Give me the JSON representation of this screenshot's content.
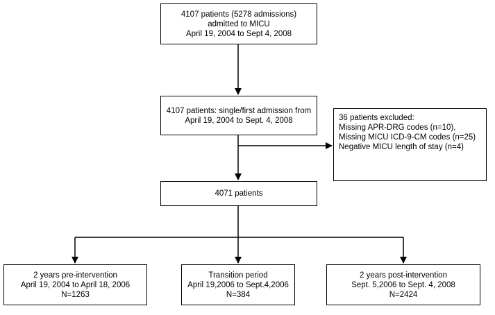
{
  "boxes": {
    "admitted": {
      "lines": [
        "4107 patients (5278 admissions)",
        "admitted to MICU",
        "April 19, 2004 to Sept 4, 2008"
      ]
    },
    "single_first": {
      "lines": [
        "4107 patients: single/first admission from",
        "April 19, 2004 to Sept. 4, 2008"
      ]
    },
    "excluded": {
      "lines": [
        "36 patients excluded:",
        "Missing APR-DRG codes (n=10),",
        "Missing MICU ICD-9-CM codes (n=25)",
        "Negative MICU length of stay (n=4)"
      ]
    },
    "total": {
      "lines": [
        "4071 patients"
      ]
    },
    "pre_intervention": {
      "lines": [
        "2 years pre-intervention",
        "April 19, 2004 to April 18, 2006",
        "N=1263"
      ]
    },
    "transition": {
      "lines": [
        "Transition period",
        "April 19,2006 to Sept.4,2006",
        "N=384"
      ]
    },
    "post_intervention": {
      "lines": [
        "2 years post-intervention",
        "Sept. 5,2006 to Sept. 4, 2008",
        "N=2424"
      ]
    }
  }
}
